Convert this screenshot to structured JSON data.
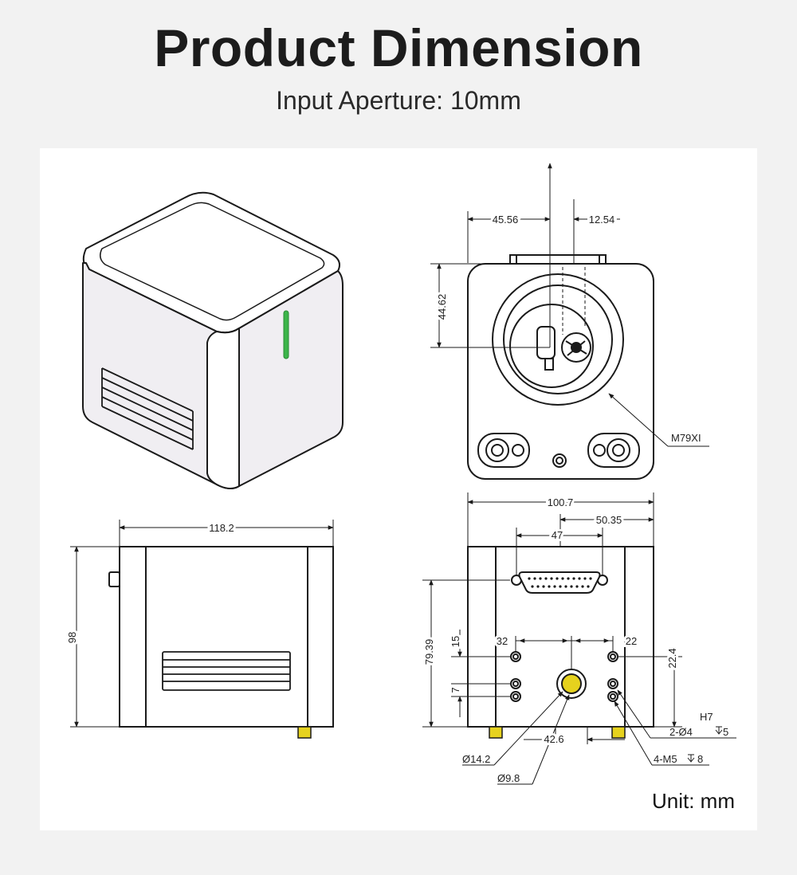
{
  "header": {
    "title": "Product Dimension",
    "subtitle": "Input Aperture: 10mm"
  },
  "footer": {
    "unit_label": "Unit: mm"
  },
  "dimensions": {
    "top_offset_left": "45.56",
    "top_offset_right": "12.54",
    "front_height": "44.62",
    "mount_label": "M79XI",
    "side_width": "118.2",
    "side_height": "98",
    "rear_width": "100.7",
    "rear_half": "50.35",
    "connector_spacing": "47",
    "rear_height": "79.39",
    "hole_vertical": "15",
    "hole_lower": "7",
    "hole_left": "32",
    "hole_right": "22",
    "hole_height": "22.4",
    "rear_spacing_bottom": "42.6",
    "outer_diameter": "Ø14.2",
    "inner_diameter": "Ø9.8",
    "pin_tolerance": "H7",
    "pin_holes": "2-Ø4",
    "pin_depth": "5",
    "thread_holes": "4-M5",
    "thread_depth": "8"
  },
  "colors": {
    "line": "#1a1a1a",
    "body_fill": "#f0eef2",
    "led": "#3cb54a",
    "connector": "#e6d21e"
  }
}
